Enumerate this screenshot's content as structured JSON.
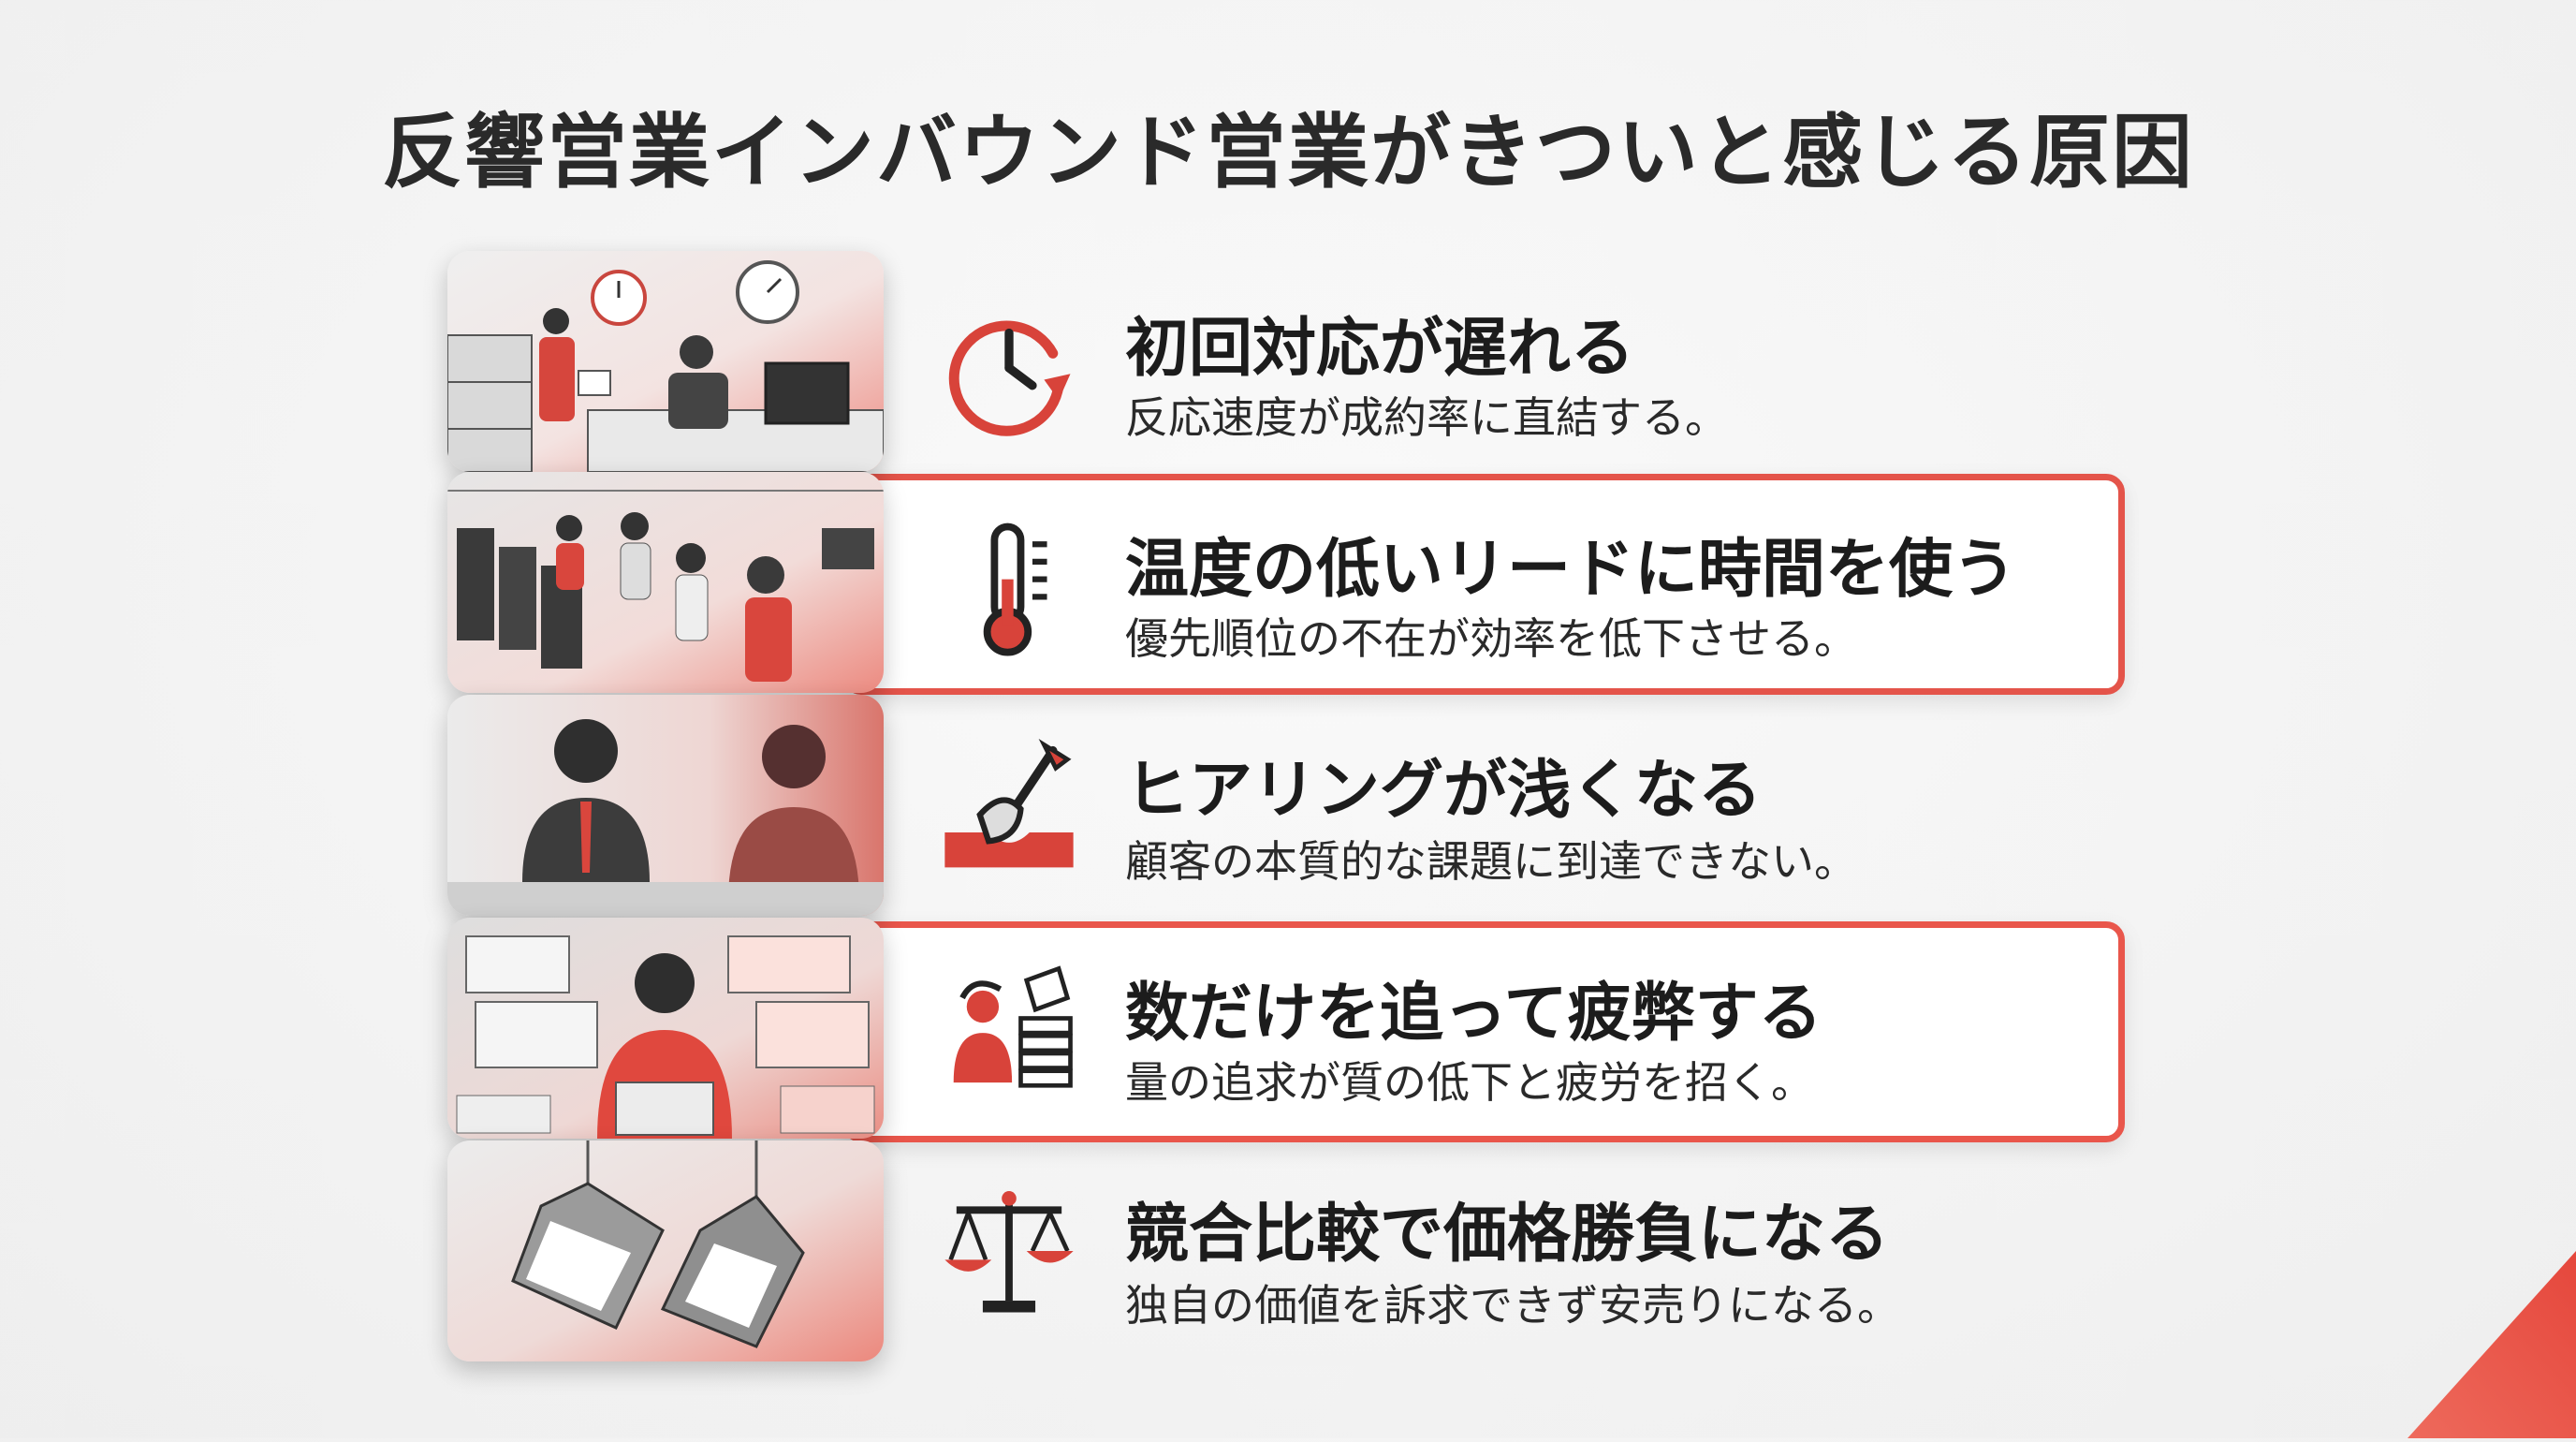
{
  "title": "反響営業インバウンド営業がきついと感じる原因",
  "items": [
    {
      "title": "初回対応が遅れる",
      "desc": "反応速度が成約率に直結する。",
      "icon": "clock-arrow-icon"
    },
    {
      "title": "温度の低いリードに時間を使う",
      "desc": "優先順位の不在が効率を低下させる。",
      "icon": "thermometer-icon"
    },
    {
      "title": "ヒアリングが浅くなる",
      "desc": "顧客の本質的な課題に到達できない。",
      "icon": "shovel-icon"
    },
    {
      "title": "数だけを追って疲弊する",
      "desc": "量の追求が質の低下と疲労を招く。",
      "icon": "stressed-person-icon"
    },
    {
      "title": "競合比較で価格勝負になる",
      "desc": "独自の価値を訴求できず安売りになる。",
      "icon": "balance-scale-icon"
    }
  ],
  "colors": {
    "accent": "#e4544a",
    "text": "#1e1e1e"
  }
}
